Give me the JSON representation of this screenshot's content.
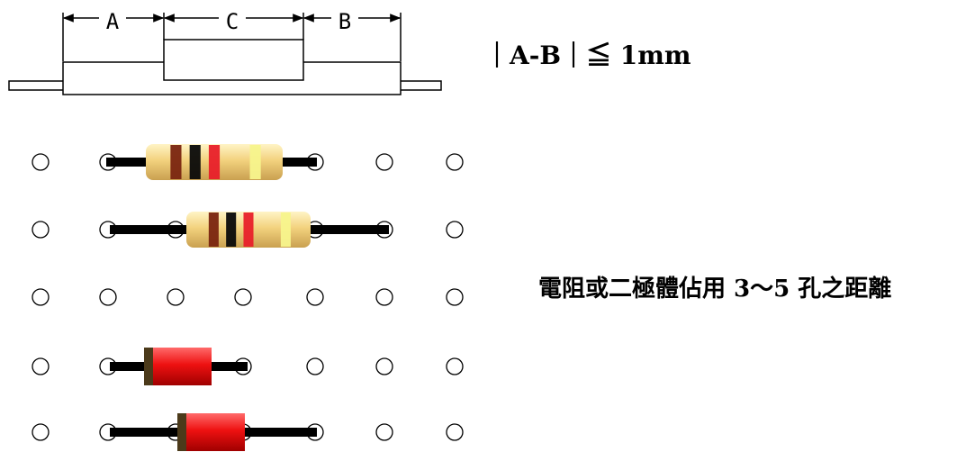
{
  "dimension_labels": {
    "a": "A",
    "c": "C",
    "b": "B"
  },
  "formula": "｜A-B｜≦ 1mm",
  "caption": "電阻或二極體佔用 3～5 孔之距離",
  "colors": {
    "resistor_body": "#f3d27e",
    "band_brown": "#7a2510",
    "band_black": "#0a0a0a",
    "band_red": "#e8202a",
    "band_gold_highlight": "#f7f48c",
    "diode_body": "#ee1111",
    "diode_band": "#4b3a1a",
    "lead": "#000000",
    "hole_stroke": "#000000"
  }
}
